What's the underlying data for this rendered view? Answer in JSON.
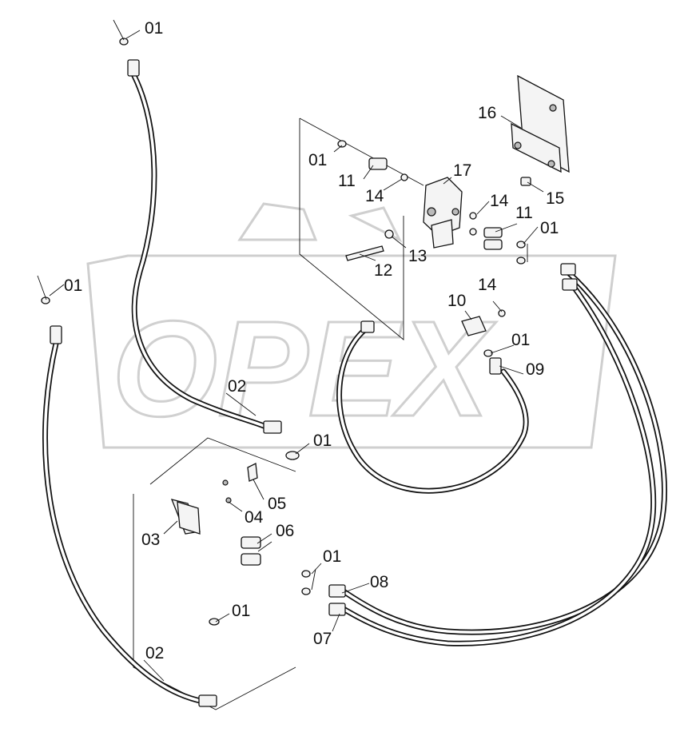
{
  "watermark": {
    "text": "OPEX"
  },
  "callouts": [
    {
      "id": "c1",
      "label": "01"
    },
    {
      "id": "c2",
      "label": "01"
    },
    {
      "id": "c3",
      "label": "01"
    },
    {
      "id": "c4",
      "label": "01"
    },
    {
      "id": "c5",
      "label": "01"
    },
    {
      "id": "c6",
      "label": "01"
    },
    {
      "id": "c7",
      "label": "01"
    },
    {
      "id": "c8",
      "label": "01"
    },
    {
      "id": "c9",
      "label": "02"
    },
    {
      "id": "c10",
      "label": "02"
    },
    {
      "id": "c11",
      "label": "03"
    },
    {
      "id": "c12",
      "label": "04"
    },
    {
      "id": "c13",
      "label": "05"
    },
    {
      "id": "c14",
      "label": "06"
    },
    {
      "id": "c15",
      "label": "07"
    },
    {
      "id": "c16",
      "label": "08"
    },
    {
      "id": "c17",
      "label": "09"
    },
    {
      "id": "c18",
      "label": "10"
    },
    {
      "id": "c19",
      "label": "11"
    },
    {
      "id": "c20",
      "label": "11"
    },
    {
      "id": "c21",
      "label": "12"
    },
    {
      "id": "c22",
      "label": "13"
    },
    {
      "id": "c23",
      "label": "14"
    },
    {
      "id": "c24",
      "label": "14"
    },
    {
      "id": "c25",
      "label": "14"
    },
    {
      "id": "c26",
      "label": "15"
    },
    {
      "id": "c27",
      "label": "16"
    },
    {
      "id": "c28",
      "label": "17"
    }
  ]
}
